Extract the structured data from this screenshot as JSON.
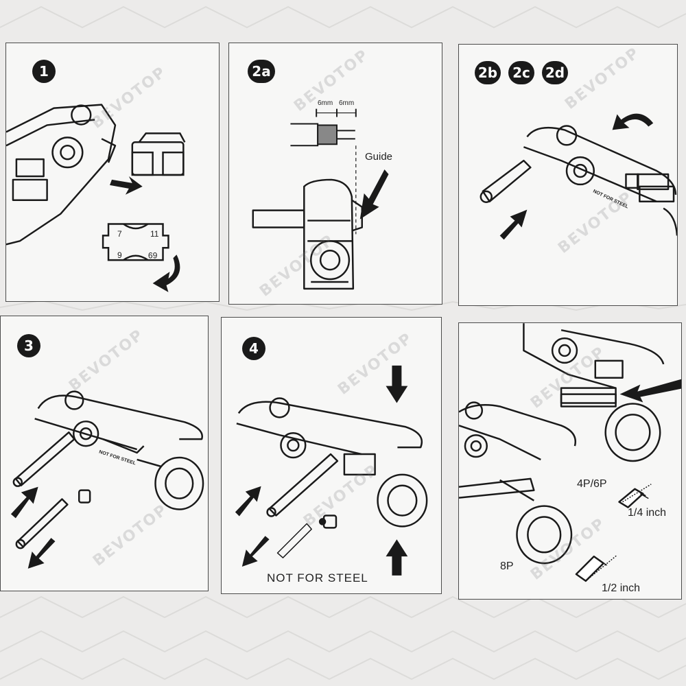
{
  "watermark": "BEVOTOP",
  "panels": [
    {
      "badges": [
        "1"
      ],
      "labels": {
        "num_tl": "7",
        "num_tr": "11",
        "num_bl": "9",
        "num_br": "69"
      }
    },
    {
      "badges": [
        "2a"
      ],
      "labels": {
        "dim_left": "6mm",
        "dim_right": "6mm",
        "guide": "Guide"
      }
    },
    {
      "badges": [
        "2b",
        "2c",
        "2d"
      ],
      "labels": {
        "tool_text": "NOT FOR STEEL"
      }
    },
    {
      "badges": [
        "3"
      ],
      "labels": {
        "tool_text": "NOT FOR STEEL"
      }
    },
    {
      "badges": [
        "4"
      ],
      "labels": {
        "caption": "NOT FOR STEEL"
      }
    },
    {
      "badges": [],
      "labels": {
        "p4p6p": "4P/6P",
        "quarter_inch": "1/4 inch",
        "p8p": "8P",
        "half_inch": "1/2 inch"
      }
    }
  ],
  "colors": {
    "ink": "#1a1a1a",
    "paper": "#f7f7f6",
    "background": "#ecebea"
  }
}
